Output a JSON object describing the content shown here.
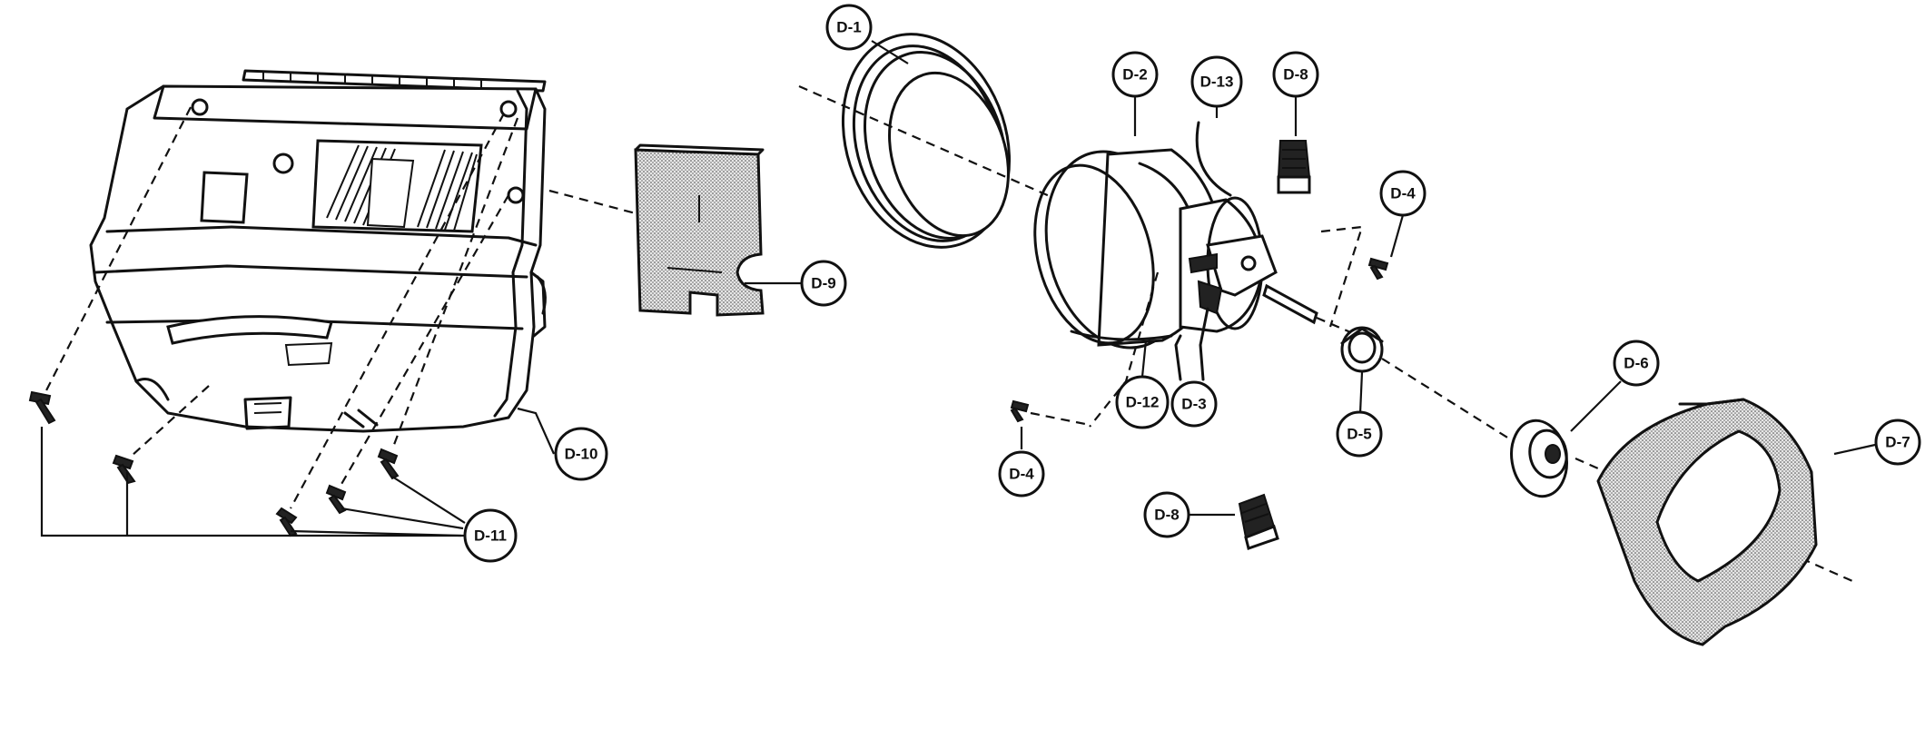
{
  "callouts": {
    "d1": "D-1",
    "d2": "D-2",
    "d3": "D-3",
    "d4_upper": "D-4",
    "d4_lower": "D-4",
    "d5": "D-5",
    "d6": "D-6",
    "d7": "D-7",
    "d8_upper": "D-8",
    "d8_lower": "D-8",
    "d9": "D-9",
    "d10": "D-10",
    "d11": "D-11",
    "d12": "D-12",
    "d13": "D-13"
  }
}
